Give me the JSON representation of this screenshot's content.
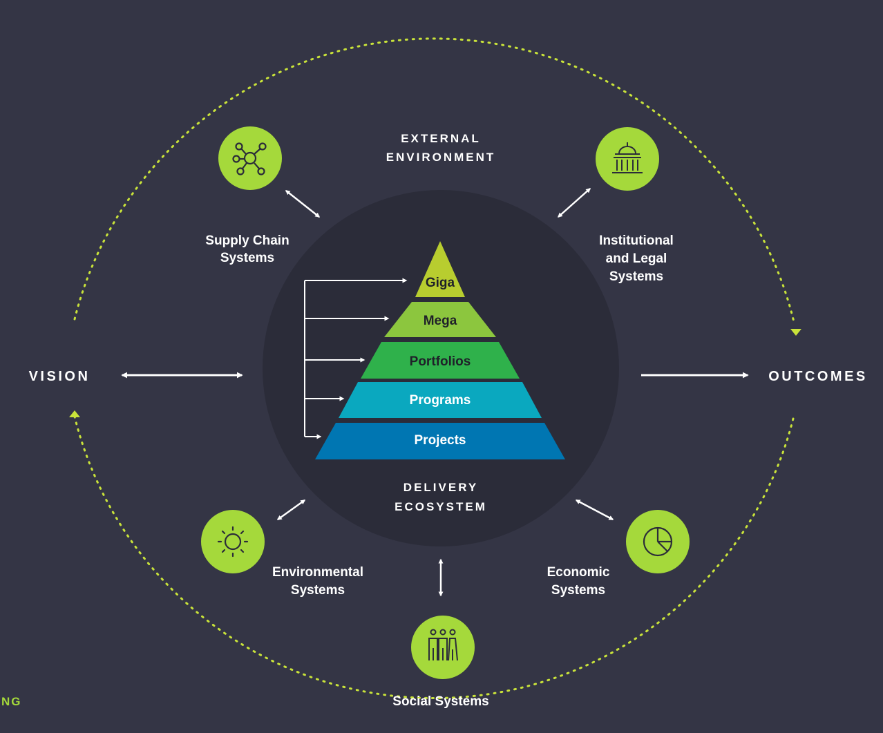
{
  "colors": {
    "background": "#343545",
    "inner_circle": "#2b2c39",
    "accent_green": "#a5d93b",
    "dotted": "#c9e33a",
    "arrow": "#ffffff"
  },
  "headings": {
    "external": [
      "EXTERNAL",
      "ENVIRONMENT"
    ],
    "delivery": [
      "DELIVERY",
      "ECOSYSTEM"
    ]
  },
  "sides": {
    "vision": "VISION",
    "outcomes": "OUTCOMES"
  },
  "corner_label": "NG",
  "pyramid": [
    {
      "label": "Giga",
      "color": "#b8cd2f",
      "text_color": "#1f2029"
    },
    {
      "label": "Mega",
      "color": "#8cc63e",
      "text_color": "#1f2029"
    },
    {
      "label": "Portfolios",
      "color": "#2fb14b",
      "text_color": "#1f2029"
    },
    {
      "label": "Programs",
      "color": "#0aa8bf",
      "text_color": "#ffffff"
    },
    {
      "label": "Projects",
      "color": "#0076b2",
      "text_color": "#ffffff"
    }
  ],
  "systems": {
    "supply_chain": {
      "lines": [
        "Supply Chain",
        "Systems"
      ],
      "icon": "network-icon"
    },
    "institutional": {
      "lines": [
        "Institutional",
        "and Legal",
        "Systems"
      ],
      "icon": "government-building-icon"
    },
    "environmental": {
      "lines": [
        "Environmental",
        "Systems"
      ],
      "icon": "sun-icon"
    },
    "economic": {
      "lines": [
        "Economic",
        "Systems"
      ],
      "icon": "pie-chart-icon"
    },
    "social": {
      "lines": [
        "Social Systems"
      ],
      "icon": "people-icon"
    }
  }
}
